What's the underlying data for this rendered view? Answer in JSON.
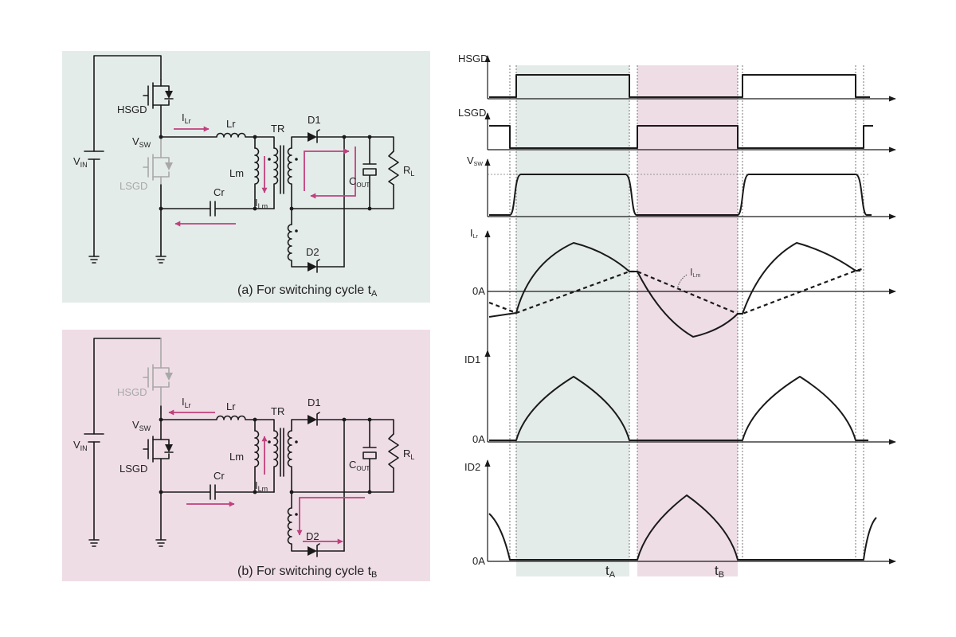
{
  "colors": {
    "panel_a_bg": "#e4ecea",
    "panel_b_bg": "#efdde6",
    "flow_arrow": "#c0407e",
    "off_device": "#a8a8a8",
    "band_a": "#e4ecea",
    "band_b": "#efdde6"
  },
  "circuit_a": {
    "caption": "(a) For switching cycle t",
    "caption_sub": "A",
    "vin": "V",
    "vin_sub": "IN",
    "hsgd": "HSGD",
    "lsgd": "LSGD",
    "vsw": "V",
    "vsw_sub": "SW",
    "ilr": "I",
    "ilr_sub": "Lr",
    "lr": "Lr",
    "tr": "TR",
    "d1": "D1",
    "d2": "D2",
    "lm": "Lm",
    "ilm": "I",
    "ilm_sub": "Lm",
    "cr": "Cr",
    "cout": "C",
    "cout_sub": "OUT",
    "rl": "R",
    "rl_sub": "L"
  },
  "circuit_b": {
    "caption": "(b) For switching cycle t",
    "caption_sub": "B",
    "vin": "V",
    "vin_sub": "IN",
    "hsgd": "HSGD",
    "lsgd": "LSGD",
    "vsw": "V",
    "vsw_sub": "SW",
    "ilr": "I",
    "ilr_sub": "Lr",
    "lr": "Lr",
    "tr": "TR",
    "d1": "D1",
    "d2": "D2",
    "lm": "Lm",
    "ilm": "I",
    "ilm_sub": "Lm",
    "cr": "Cr",
    "cout": "C",
    "cout_sub": "OUT",
    "rl": "R",
    "rl_sub": "L"
  },
  "waveforms": {
    "hsgd": "HSGD",
    "lsgd": "LSGD",
    "vsw": "V",
    "vsw_sub": "SW",
    "ilr": "I",
    "ilr_sub": "Lr",
    "ilm_annot": "I",
    "ilm_annot_sub": "Lm",
    "id1": "ID1",
    "id2": "ID2",
    "zero_ilr": "0A",
    "zero_id1": "0A",
    "zero_id2": "0A",
    "ta": "t",
    "ta_sub": "A",
    "tb": "t",
    "tb_sub": "B"
  }
}
